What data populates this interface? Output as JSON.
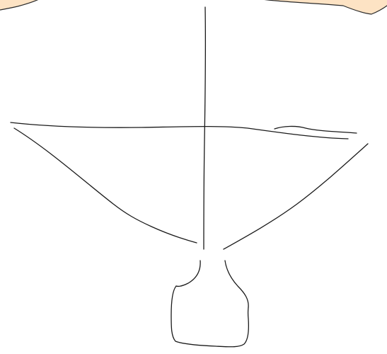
{
  "drawing": {
    "background": "#ffffff",
    "ink_color": "#1a1a1a",
    "top_shapes_fill": "#fde3c4",
    "strokes": [
      "left-top-shape",
      "right-top-shape",
      "vertical-line",
      "horizontal-line",
      "small-squiggle",
      "left-diagonal",
      "right-diagonal",
      "left-neck-curve",
      "right-neck-curve",
      "bottom-loop"
    ]
  }
}
